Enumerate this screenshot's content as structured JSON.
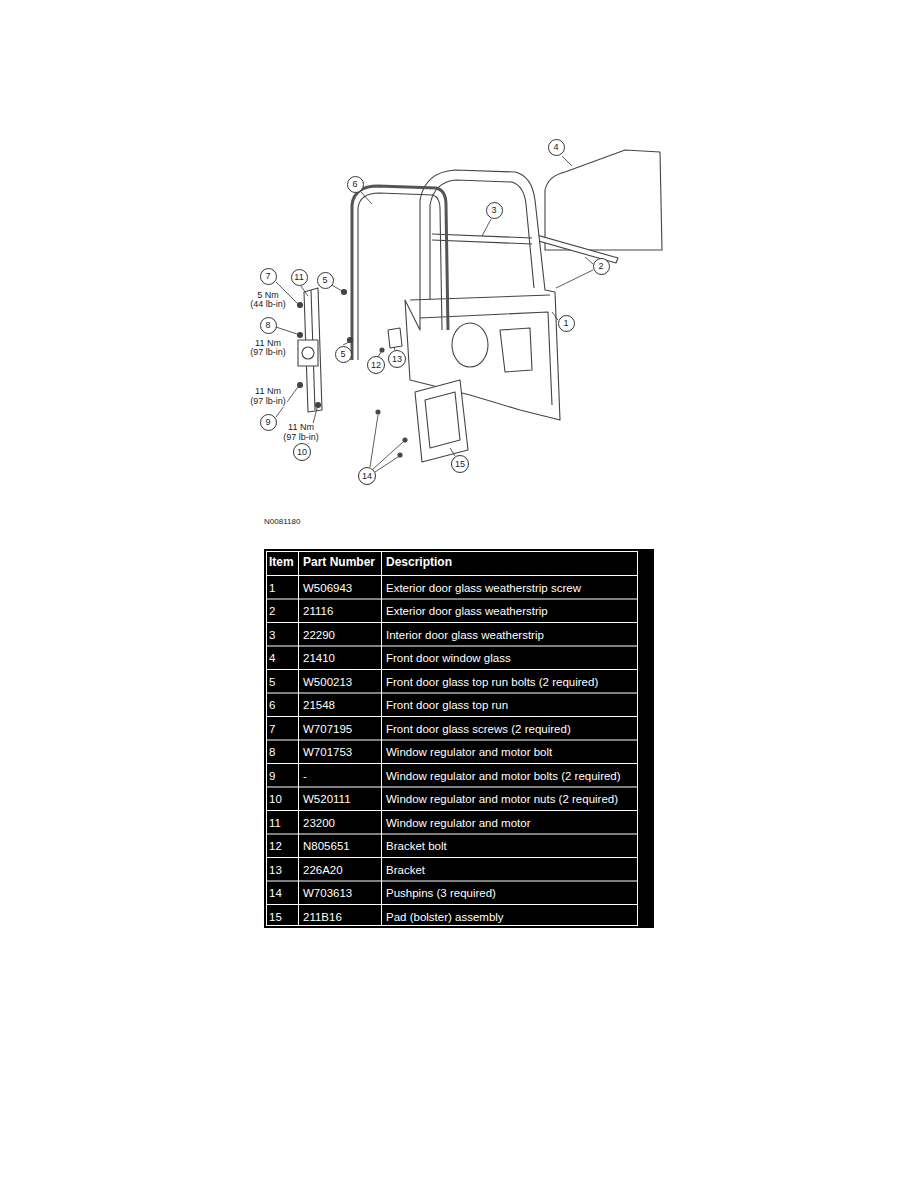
{
  "diagram": {
    "nodes": [
      {
        "text": [
          "4"
        ]
      },
      {
        "text": [
          "6"
        ]
      },
      {
        "text": [
          "3"
        ]
      },
      {
        "text": [
          "2"
        ]
      },
      {
        "text": [
          "7"
        ]
      },
      {
        "text": [
          "11"
        ]
      },
      {
        "text": [
          "5"
        ]
      },
      {
        "text": [
          "1"
        ]
      },
      {
        "text": [
          "8"
        ]
      },
      {
        "text": [
          "5"
        ]
      },
      {
        "text": [
          "13"
        ]
      },
      {
        "text": [
          "12"
        ]
      },
      {
        "text": [
          "9"
        ]
      },
      {
        "text": [
          "10"
        ]
      },
      {
        "text": [
          "15"
        ]
      },
      {
        "text": [
          "14"
        ]
      }
    ],
    "labels": [
      "5 Nm",
      "(44 lb-in)",
      "11 Nm",
      "(97 lb-in)",
      "11 Nm",
      "(97 lb-in)",
      "11 Nm",
      "(97 lb-in)",
      "N0081180",
      "Item",
      "Part Number",
      "Description",
      "1",
      "W506943",
      "Exterior door glass weatherstrip screw",
      "2",
      "21116",
      "Exterior door glass weatherstrip",
      "3",
      "22290",
      "Interior door glass weatherstrip",
      "4",
      "21410",
      "Front door window glass",
      "5",
      "W500213",
      "Front door glass top run bolts (2 required)",
      "6",
      "21548",
      "Front door glass top run",
      "7",
      "W707195",
      "Front door glass screws (2 required)",
      "8",
      "W701753",
      "Window regulator and motor bolt",
      "9",
      "-",
      "Window regulator and motor bolts (2 required)",
      "10",
      "W520111",
      "Window regulator and motor nuts (2 required)",
      "11",
      "23200",
      "Window regulator and motor",
      "12",
      "N805651",
      "Bracket bolt",
      "13",
      "226A20",
      "Bracket",
      "14",
      "W703613",
      "Pushpins (3 required)",
      "15",
      "211B16",
      "Pad (bolster) assembly"
    ]
  }
}
